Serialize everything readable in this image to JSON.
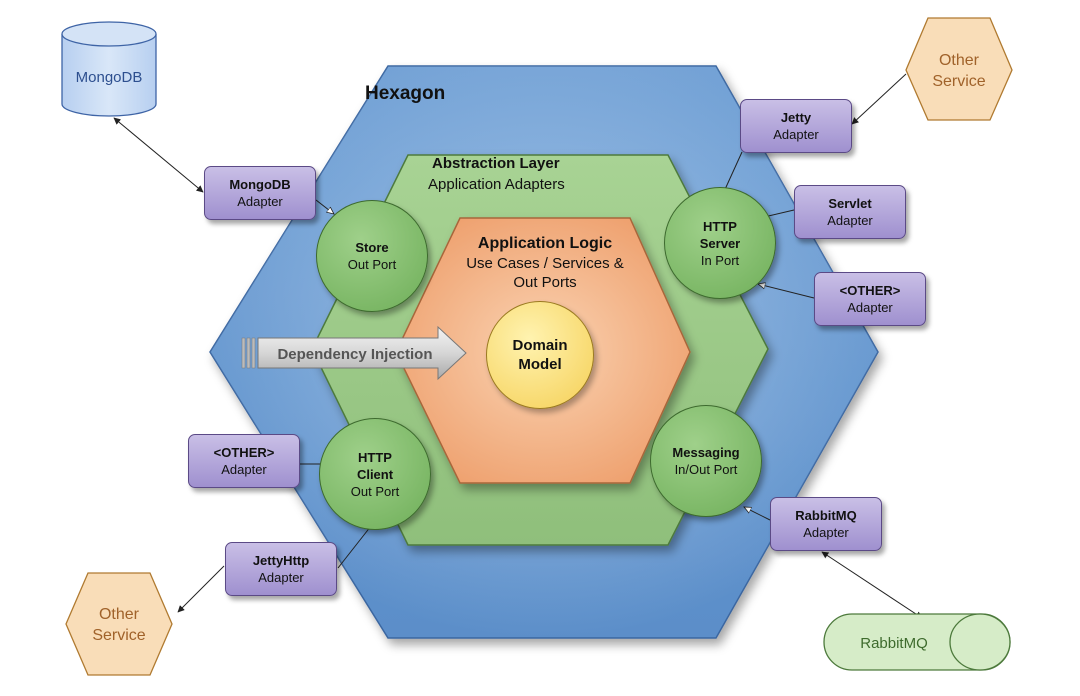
{
  "hexagon": {
    "title": "Hexagon"
  },
  "abstraction": {
    "title": "Abstraction Layer",
    "subtitle": "Application Adapters"
  },
  "application": {
    "title": "Application Logic",
    "line2": "Use Cases / Services &",
    "line3": "Out Ports"
  },
  "domain": {
    "line1": "Domain",
    "line2": "Model"
  },
  "injection": {
    "label": "Dependency Injection"
  },
  "ports": {
    "store": {
      "name": "Store",
      "type": "Out Port"
    },
    "http_server": {
      "name1": "HTTP",
      "name2": "Server",
      "type": "In Port"
    },
    "http_client": {
      "name1": "HTTP",
      "name2": "Client",
      "type": "Out Port"
    },
    "messaging": {
      "name": "Messaging",
      "type": "In/Out Port"
    }
  },
  "adapters": {
    "mongodb": {
      "name": "MongoDB",
      "type": "Adapter"
    },
    "jetty": {
      "name": "Jetty",
      "type": "Adapter"
    },
    "servlet": {
      "name": "Servlet",
      "type": "Adapter"
    },
    "other_right": {
      "name": "<OTHER>",
      "type": "Adapter"
    },
    "other_left": {
      "name": "<OTHER>",
      "type": "Adapter"
    },
    "jettyhttp": {
      "name": "JettyHttp",
      "type": "Adapter"
    },
    "rabbitmq": {
      "name": "RabbitMQ",
      "type": "Adapter"
    }
  },
  "external": {
    "mongodb_db": "MongoDB",
    "other_service_top": {
      "line1": "Other",
      "line2": "Service"
    },
    "other_service_bottom": {
      "line1": "Other",
      "line2": "Service"
    },
    "rabbitmq_queue": "RabbitMQ"
  },
  "colors": {
    "hexagon": "#7ba5d6",
    "abstraction": "#9cc98a",
    "application": "#f2b48b",
    "adapter": "#b3a6dc",
    "port": "#86c06f",
    "domain": "#f8d76b",
    "external_service": "#f9ddb8",
    "database": "#c5d9f1",
    "queue": "#d6ecc8"
  }
}
